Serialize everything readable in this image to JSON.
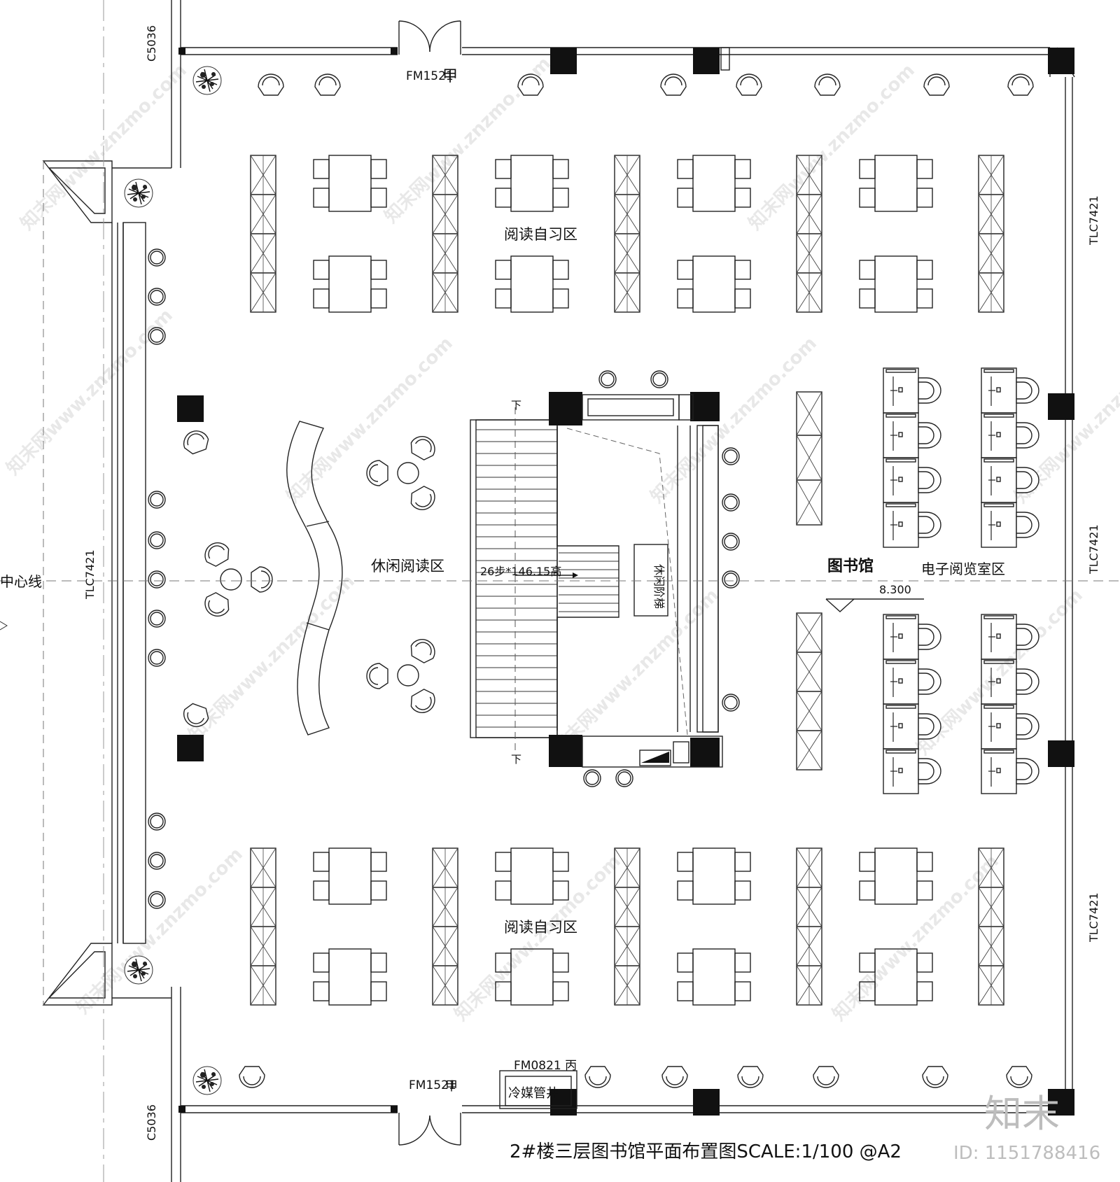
{
  "labels": {
    "c5036_top": "C5036",
    "c5036_bottom": "C5036",
    "fm1521_top": "FM1521",
    "jia_top": "甲",
    "fm1521_bottom": "FM1521",
    "jia_bottom": "甲",
    "fm0821": "FM0821 丙",
    "cold_pipe": "冷媒管井",
    "tlc_left": "TLC7421",
    "tlc_right_top": "TLC7421",
    "tlc_right_mid": "TLC7421",
    "tlc_right_bottom": "TLC7421",
    "center_line": "中心线",
    "study_top": "阅读自习区",
    "study_bottom": "阅读自习区",
    "leisure": "休闲阅读区",
    "stairs_spec": "26步*146.15高",
    "leisure_stairs": "休闲阶梯",
    "down_top": "下",
    "down_bottom": "下",
    "library": "图书馆",
    "e_reading": "电子阅览室区",
    "elevation": "8.300",
    "caption": "2#楼三层图书馆平面布置图SCALE:1/100 @A2",
    "brand": "知末",
    "id_text": "ID: 1151788416",
    "watermark": "知末网www.znzmo.com"
  }
}
